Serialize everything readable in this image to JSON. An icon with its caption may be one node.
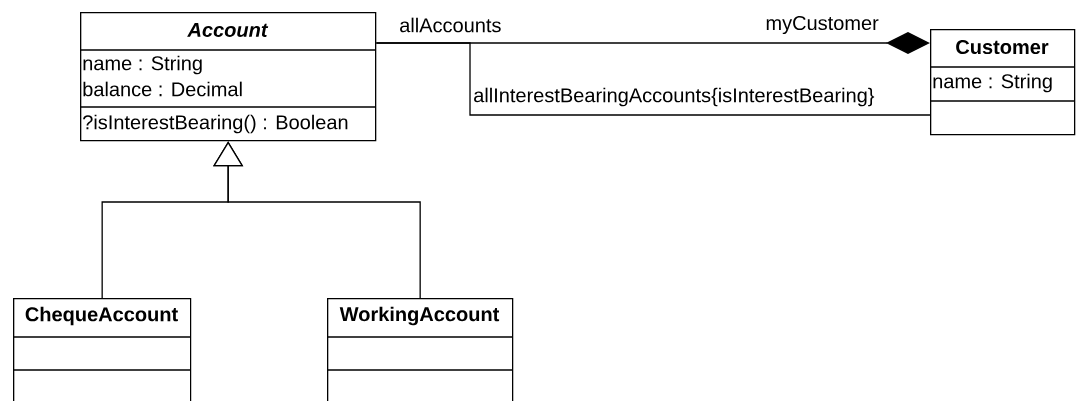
{
  "diagram": {
    "nodes": [
      {
        "text": [
          "Account",
          "name : String",
          "balance : Decimal",
          "?isInterestBearing() : Boolean"
        ]
      },
      {
        "text": [
          "ChequeAccount"
        ]
      },
      {
        "text": [
          "WorkingAccount"
        ]
      },
      {
        "text": [
          "Customer",
          "name : String"
        ]
      }
    ],
    "edges": [
      {
        "from": 0,
        "to": 3,
        "arrow": "other",
        "label": "allAccounts"
      },
      {
        "from": 0,
        "to": 3,
        "arrow": "none",
        "label": "allInterestBearingAccounts{isInterestBearing}"
      },
      {
        "from": 1,
        "to": 0,
        "arrow": "to"
      },
      {
        "from": 2,
        "to": 0,
        "arrow": "to"
      }
    ],
    "labels": [
      "myCustomer"
    ]
  }
}
